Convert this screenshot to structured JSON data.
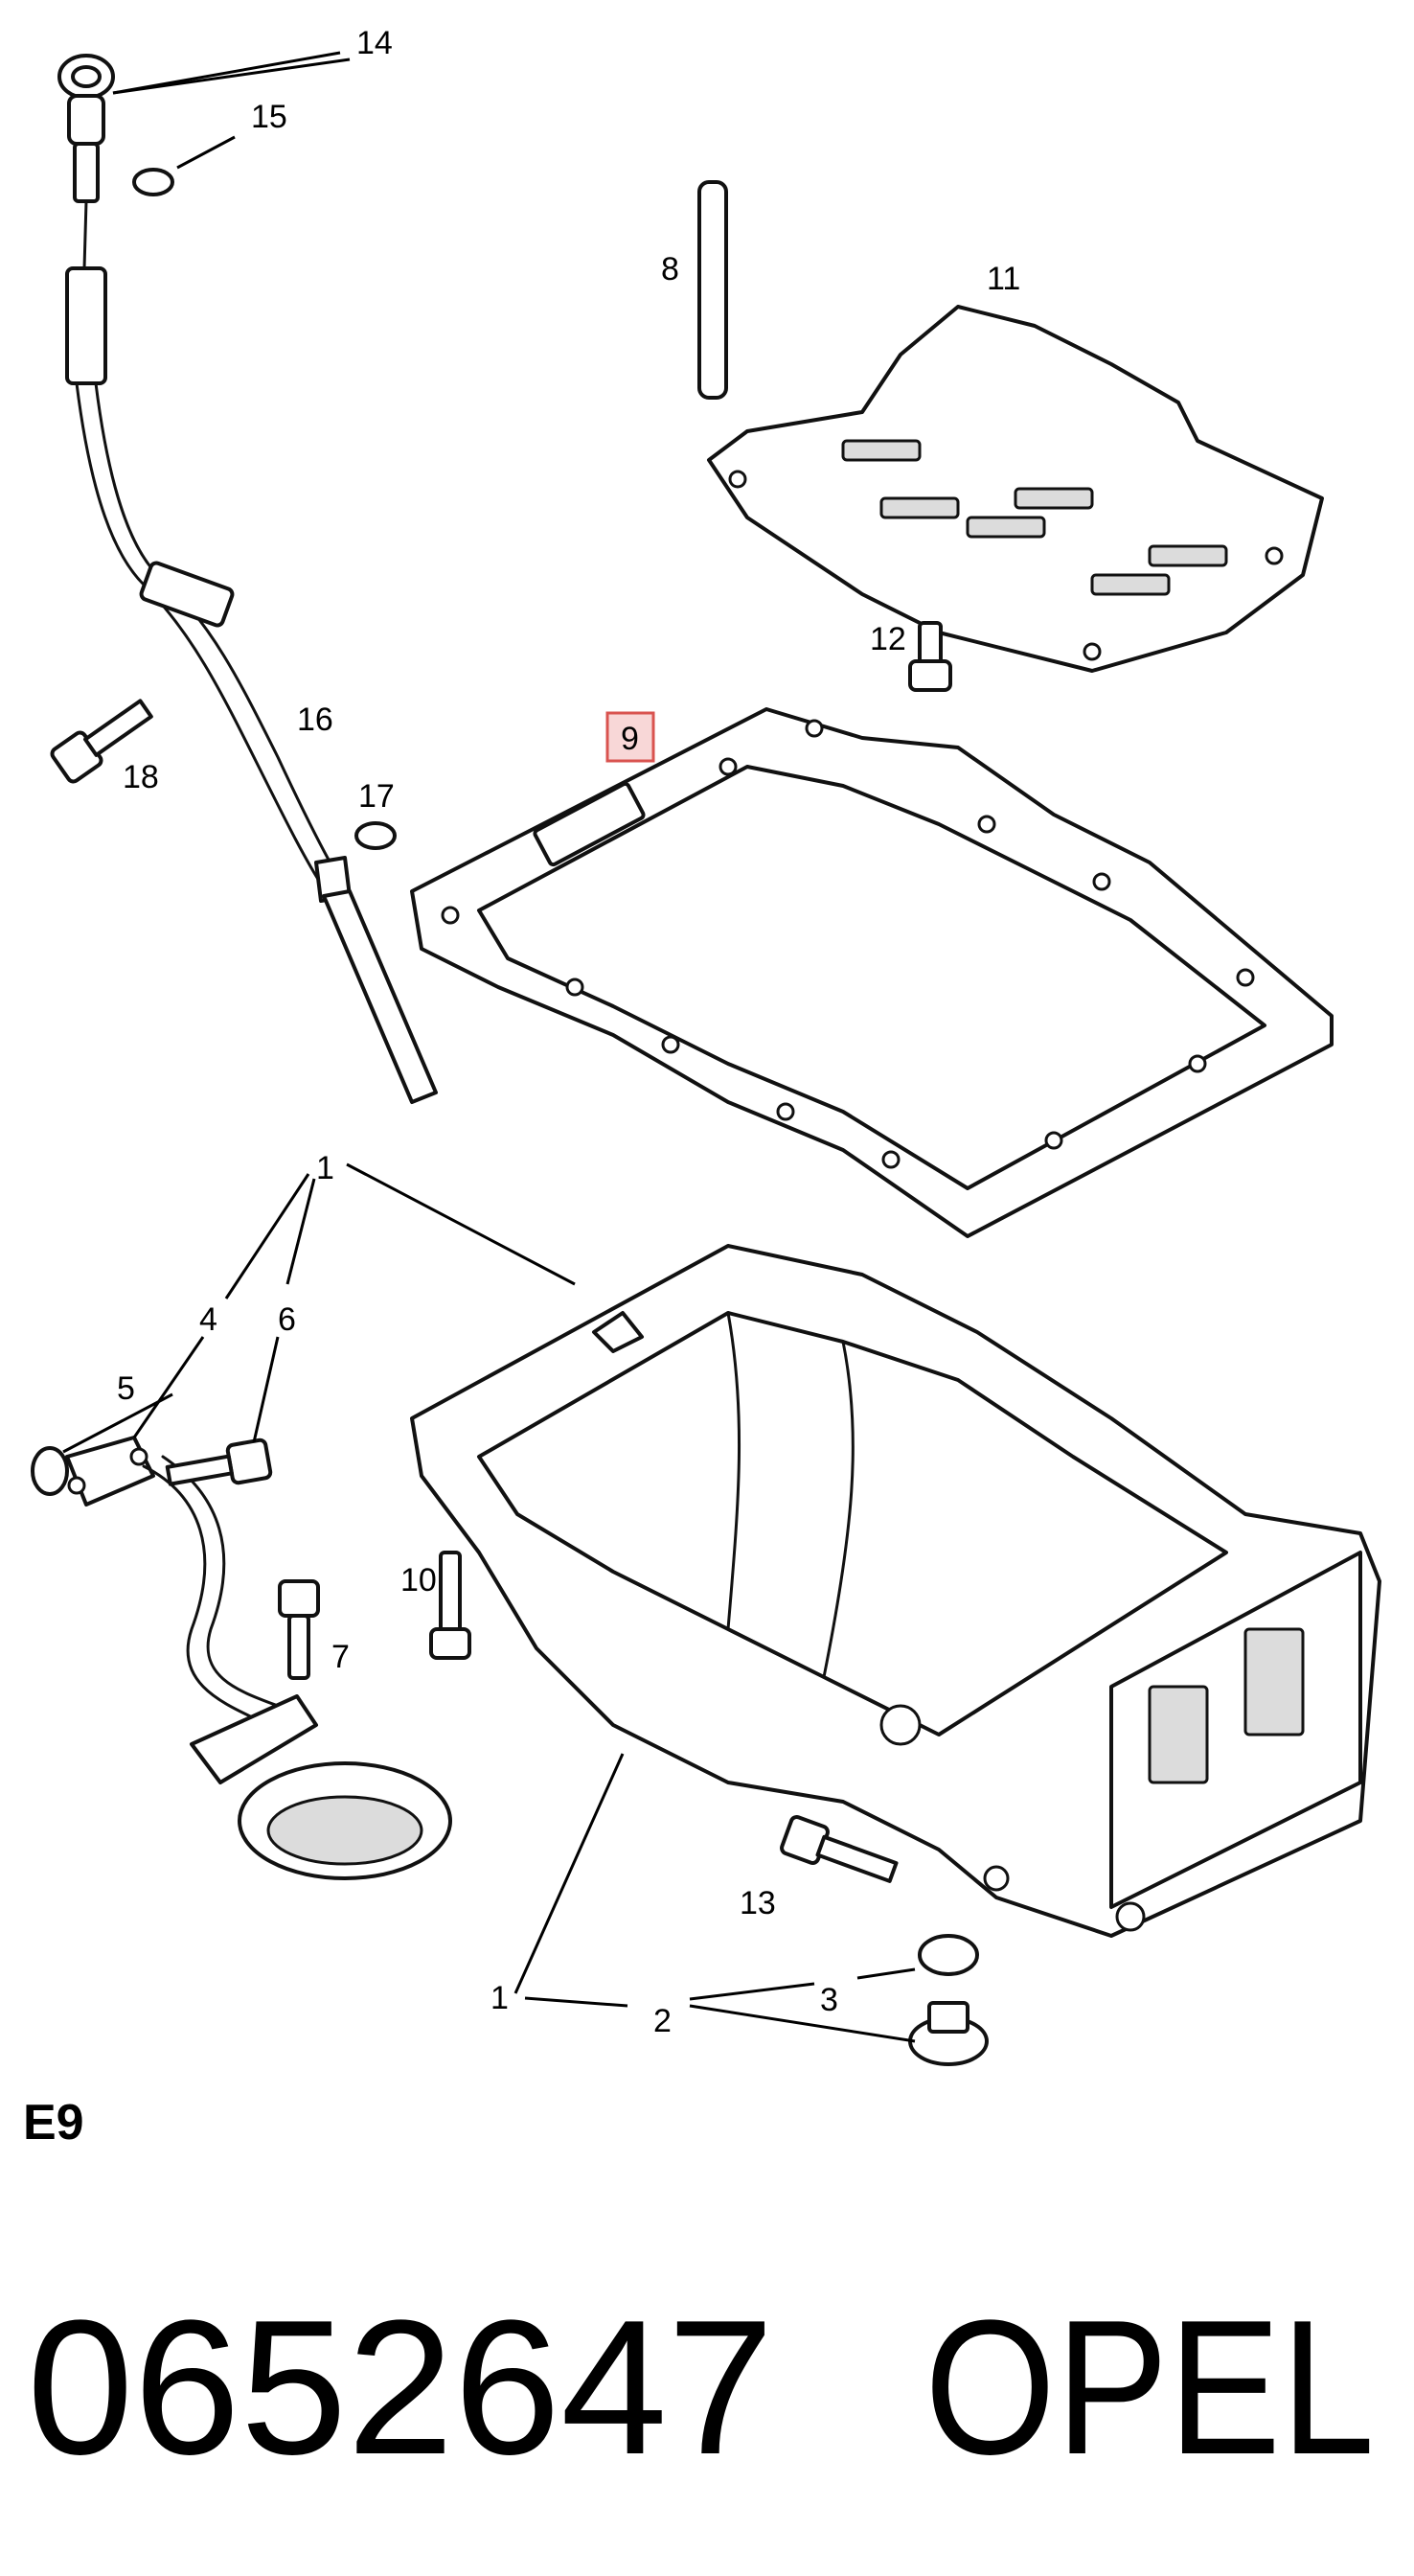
{
  "callouts": {
    "c1_top": "1",
    "c1_bottom": "1",
    "c2": "2",
    "c3": "3",
    "c4": "4",
    "c5": "5",
    "c6": "6",
    "c7": "7",
    "c8": "8",
    "c9": "9",
    "c10": "10",
    "c11": "11",
    "c12": "12",
    "c13": "13",
    "c14": "14",
    "c15": "15",
    "c16": "16",
    "c17": "17",
    "c18": "18"
  },
  "highlighted_callout": "9",
  "section_code": "E9",
  "part_number": "0652647",
  "brand": "OPEL",
  "colors": {
    "highlight_fill": "#f8d7d7",
    "highlight_stroke": "#d9534f",
    "ink": "#111111"
  }
}
